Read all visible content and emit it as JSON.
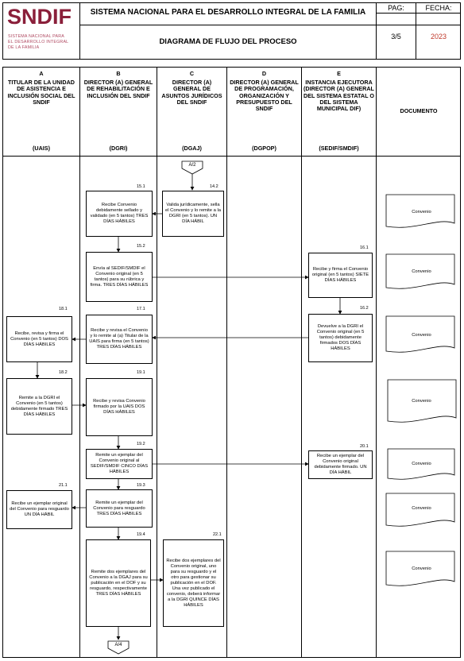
{
  "logo": {
    "main": "SNDIF",
    "line1": "SISTEMA NACIONAL PARA",
    "line2": "EL DESARROLLO INTEGRAL",
    "line3": "DE LA FAMILIA"
  },
  "header": {
    "title": "SISTEMA NACIONAL PARA EL DESARROLLO INTEGRAL DE LA FAMILIA",
    "subtitle": "DIAGRAMA DE FLUJO DEL PROCESO",
    "pag_label": "PAG:",
    "pag_value": "3/5",
    "fecha_label": "FECHA:",
    "fecha_value": "2023",
    "fecha_color": "#c0392b"
  },
  "columns": [
    {
      "letter": "A",
      "title": "TITULAR DE LA UNIDAD DE ASISTENCIA E INCLUSIÓN SOCIAL DEL SNDIF",
      "abbr": "(UAIS)"
    },
    {
      "letter": "B",
      "title": "DIRECTOR (A) GENERAL DE REHABILITACIÓN E INCLUSIÓN DEL SNDIF",
      "abbr": "(DGRI)"
    },
    {
      "letter": "C",
      "title": "DIRECTOR (A) GENERAL DE ASUNTOS JURÍDICOS DEL SNDIF",
      "abbr": "(DGAJ)"
    },
    {
      "letter": "D",
      "title": "DIRECTOR (A) GENERAL DE PROGRAMACIÓN, ORGANIZACIÓN Y PRESUPUESTO DEL SNDIF",
      "abbr": "(DGPOP)"
    },
    {
      "letter": "E",
      "title": "INSTANCIA EJECUTORA (DIRECTOR (A) GENERAL DEL SISTEMA ESTATAL O DEL SISTEMA MUNICIPAL DIF)",
      "abbr": "(SEDIF/SMDIF)"
    },
    {
      "letter": "",
      "title": "DOCUMENTO",
      "abbr": ""
    }
  ],
  "connectors": {
    "top": "A/2",
    "bottom": "A/4"
  },
  "steps": {
    "s14_2": {
      "num": "14.2",
      "text": "Valida jurídicamente, sella el Convenio y lo remite a la DGRI (en 5 tantos). UN DÍA HÁBIL"
    },
    "s15_1": {
      "num": "15.1",
      "text": "Recibe Convenio debidamente sellado y validado (en 5 tantos) TRES DÍAS HÁBILES"
    },
    "s15_2": {
      "num": "15.2",
      "text": "Envía al SEDIF/SMDIF el Convenio original (en 5 tantos) para su rúbrica y firma. TRES DÍAS HÁBILES"
    },
    "s16_1": {
      "num": "16.1",
      "text": "Recibe y firma el Convenio original (en 5 tantos) SIETE DÍAS HÁBILES"
    },
    "s16_2": {
      "num": "16.2",
      "text": "Devuelve a la DGRI el Convenio original (en 5 tantos) debidamente firmados DOS DÍAS HÁBILES"
    },
    "s17_1": {
      "num": "17.1",
      "text": "Recibe y revisa el Convenio y lo remite al (a) Titular de la UAIS para firma (en 5 tantos) TRES DÍAS HÁBILES"
    },
    "s18_1": {
      "num": "18.1",
      "text": "Recibe, revisa y firma el Convenio (en 5 tantos) DOS DÍAS HÁBILES"
    },
    "s18_2": {
      "num": "18.2",
      "text": "Remite a la DGRI el Convenio (en 5 tantos) debidamente firmado TRES DÍAS HÁBILES"
    },
    "s19_1": {
      "num": "19.1",
      "text": "Recibe y revisa Convenio firmado por la UAIS DOS DÍAS HÁBILES"
    },
    "s19_2": {
      "num": "19.2",
      "text": "Remite un ejemplar del Convenio original al SEDIF/SMDIF CINCO DÍAS HÁBILES"
    },
    "s20_1": {
      "num": "20.1",
      "text": "Recibe un ejemplar del Convenio original debidamente firmado. UN DÍA HÁBIL"
    },
    "s19_3": {
      "num": "19.3",
      "text": "Remite un ejemplar del Convenio para resguardo TRES DÍAS HÁBILES"
    },
    "s21_1": {
      "num": "21.1",
      "text": "Recibe un ejemplar original del Convenio para resguardo UN DÍA HÁBIL"
    },
    "s19_4": {
      "num": "19.4",
      "text": "Remite dos ejemplares del Convenio a la DGAJ para su publicación en el DOF y su resguardo, respectivamente TRES DÍAS HÁBILES"
    },
    "s22_1": {
      "num": "22.1",
      "text": "Recibe dos ejemplares del Convenio original, uno para su resguardo y el otro para gestionar su publicación en el DOF. Una vez publicado el convenio, deberá informar a la DGRI QUINCE DÍAS HÁBILES"
    }
  },
  "documents": [
    "Convenio",
    "Convenio",
    "Convenio",
    "Convenio",
    "Convenio",
    "Convenio",
    "Convenio"
  ]
}
